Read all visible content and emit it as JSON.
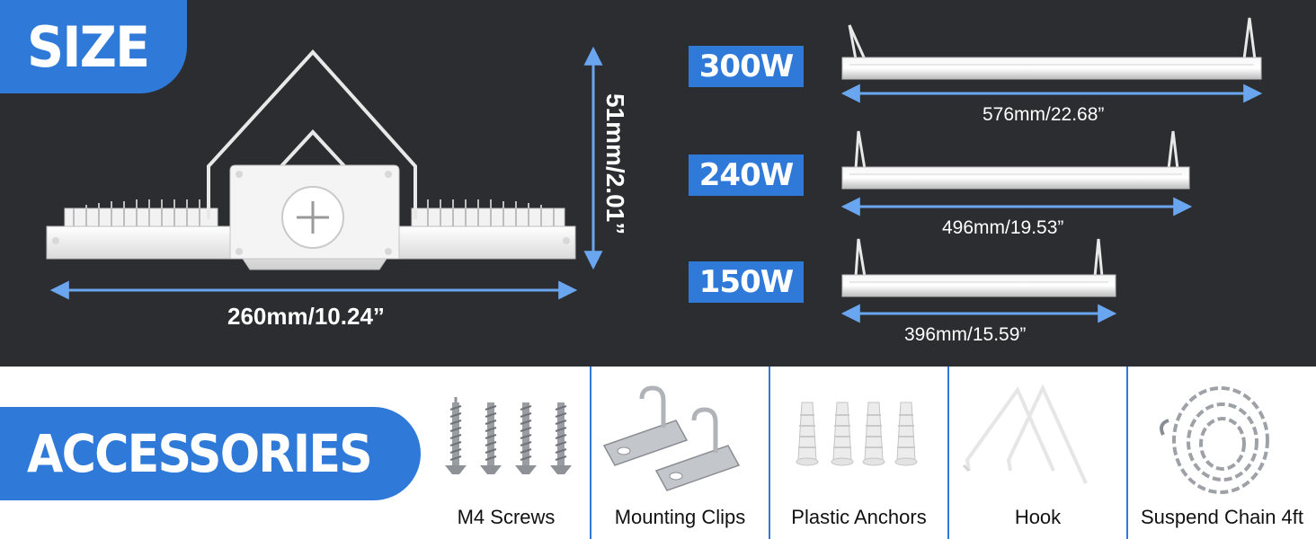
{
  "size_section": {
    "title": "SIZE",
    "main_width": "260mm/10.24”",
    "main_height": "51mm/2.01”",
    "models": [
      {
        "watt": "300W",
        "length": "576mm/22.68”"
      },
      {
        "watt": "240W",
        "length": "496mm/19.53”"
      },
      {
        "watt": "150W",
        "length": "396mm/15.59”"
      }
    ]
  },
  "accessories_section": {
    "title": "ACCESSORIES",
    "items": [
      {
        "label": "M4 Screws",
        "icon": "screw-icon"
      },
      {
        "label": "Mounting Clips",
        "icon": "mounting-clip-icon"
      },
      {
        "label": "Plastic Anchors",
        "icon": "plastic-anchor-icon"
      },
      {
        "label": "Hook",
        "icon": "hook-icon"
      },
      {
        "label": "Suspend Chain 4ft",
        "icon": "chain-icon"
      }
    ]
  },
  "colors": {
    "accent": "#2f7ad9",
    "panel_bg": "#2b2d30",
    "arrow": "#6aa6f0",
    "fixture": "#eeeeee"
  }
}
